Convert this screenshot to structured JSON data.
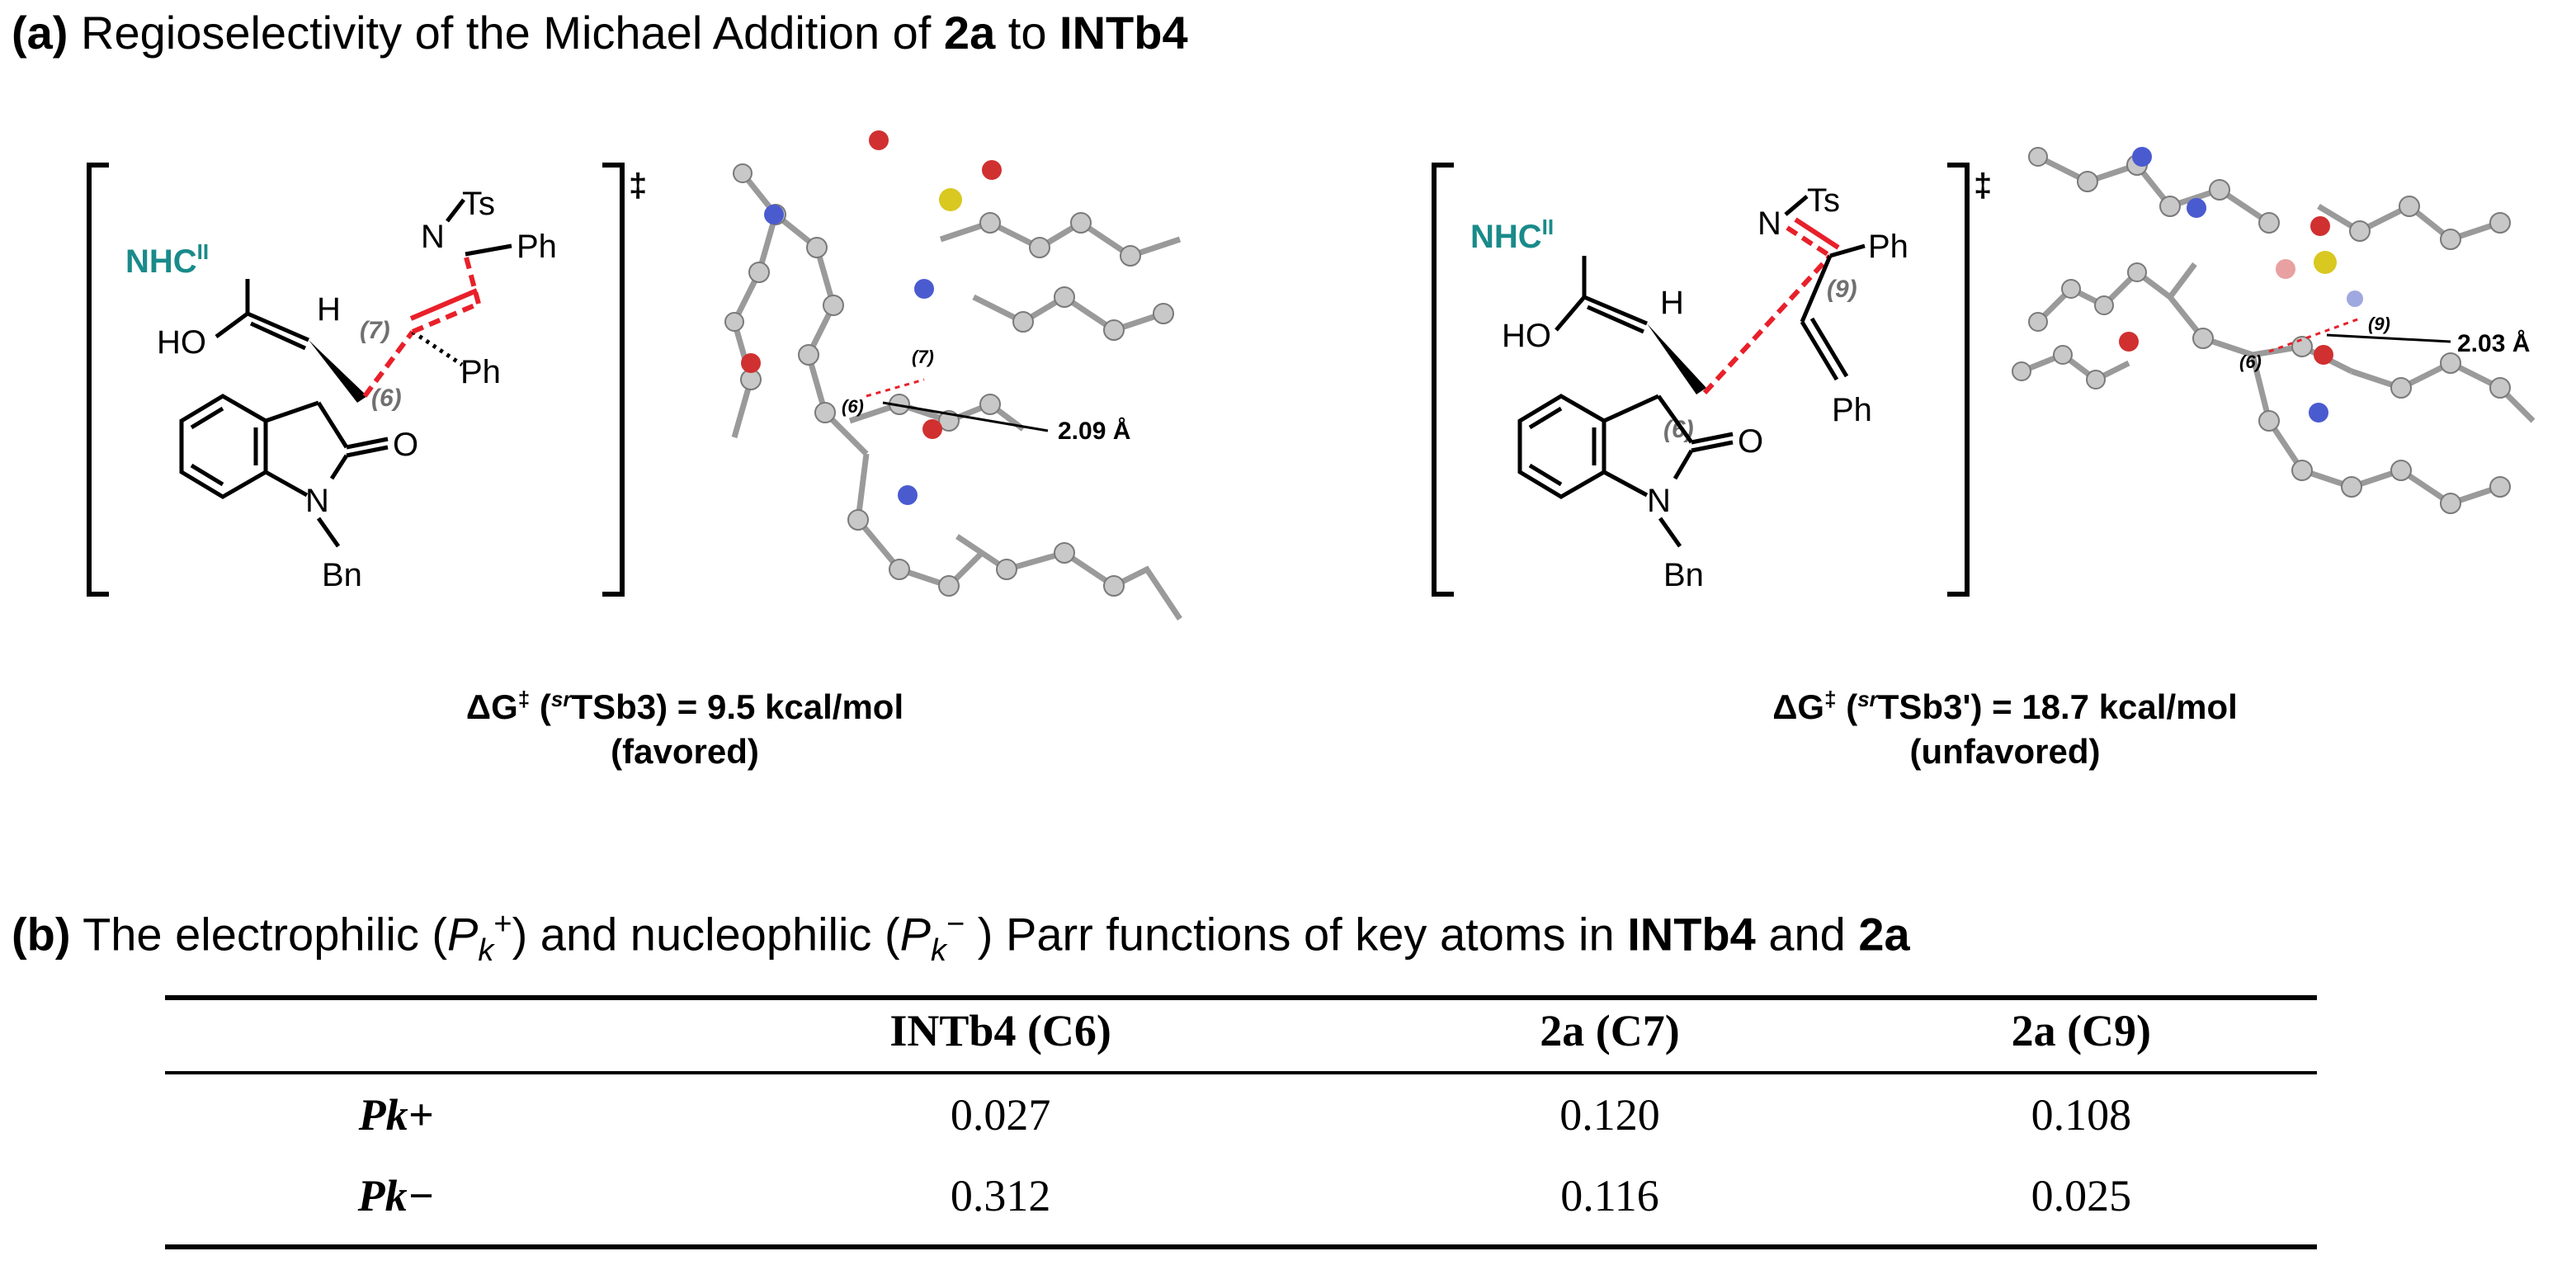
{
  "panel_a": {
    "label": "(a)",
    "title_prefix": "Regioselectivity of the Michael Addition of",
    "title_2a": "2a",
    "title_to": "to",
    "title_intb4": "INTb4",
    "favored": {
      "energy_prefix": "ΔG",
      "energy_sup": "‡",
      "energy_name_sup": "sr",
      "energy_name": "TSb3",
      "energy_value": "= 9.5 kcal/mol",
      "note": "(favored)",
      "distance": "2.09 Å",
      "atom6": "(6)",
      "atom7": "(7)"
    },
    "unfavored": {
      "energy_prefix": "ΔG",
      "energy_sup": "‡",
      "energy_name_sup": "sr",
      "energy_name": "TSb3'",
      "energy_value": "= 18.7 kcal/mol",
      "note": "(unfavored)",
      "distance": "2.03 Å",
      "atom6": "(6)",
      "atom9": "(9)"
    },
    "structure_labels": {
      "nhc": "NHC",
      "nhc_sup": "II",
      "ho": "HO",
      "h": "H",
      "ts": "Ts",
      "n": "N",
      "ph": "Ph",
      "o": "O",
      "bn": "Bn",
      "dagger": "‡"
    }
  },
  "panel_b": {
    "label": "(b)",
    "title_part1": "The electrophilic (",
    "title_pk_plus": "P",
    "title_part2": ") and nucleophilic (",
    "title_part3": ") Parr functions of key atoms in",
    "title_intb4": "INTb4",
    "title_and": "and",
    "title_2a": "2a",
    "columns": [
      "INTb4 (C6)",
      "2a (C7)",
      "2a (C9)"
    ],
    "rows": [
      {
        "label": "Pk+",
        "values": [
          "0.027",
          "0.120",
          "0.108"
        ]
      },
      {
        "label": "Pk−",
        "values": [
          "0.312",
          "0.116",
          "0.025"
        ]
      }
    ]
  },
  "colors": {
    "nhc_teal": "#1a8a8a",
    "forming_bond_red": "#e8202a",
    "atom_label_gray": "#707070",
    "oxygen_red": "#d03030",
    "nitrogen_blue": "#4a5bd0",
    "sulfur_yellow": "#d8c820"
  }
}
